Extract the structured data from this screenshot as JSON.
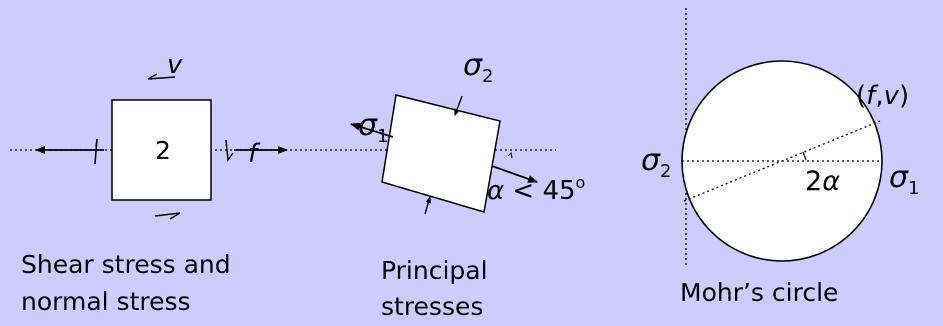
{
  "panel_shear": {
    "shear_symbol": "v",
    "force_symbol": "f",
    "element_label": "2",
    "caption_line1": "Shear stress and",
    "caption_line2": "normal stress"
  },
  "panel_principal": {
    "sigma1_symbol": "σ",
    "sigma1_subscript": "1",
    "sigma2_symbol": "σ",
    "sigma2_subscript": "2",
    "angle_symbol": "α",
    "angle_relation": " < 45",
    "angle_unit": "o",
    "caption_line1": "Principal",
    "caption_line2": "stresses"
  },
  "panel_mohr": {
    "point_open": "(",
    "point_f": "f",
    "point_comma": ",",
    "point_v": "v",
    "point_close": ")",
    "sigma2_symbol": "σ",
    "sigma2_subscript": "2",
    "sigma1_symbol": "σ",
    "sigma1_subscript": "1",
    "angle_coef": "2",
    "angle_symbol": "α",
    "caption": "Mohr’s circle"
  },
  "colors": {
    "background": "#ccccff",
    "ink": "#000000",
    "fill": "#ffffff"
  }
}
